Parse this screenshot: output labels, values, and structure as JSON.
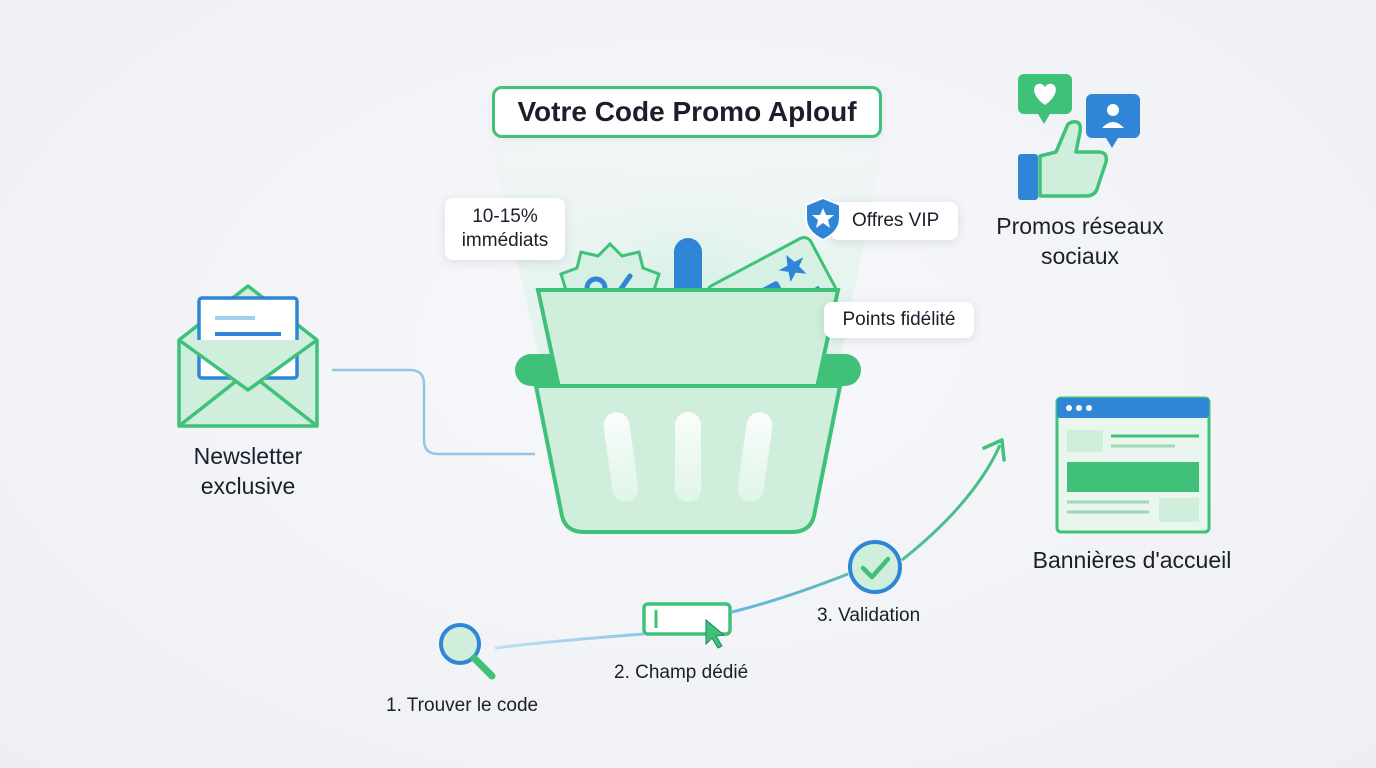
{
  "title": "Votre Code Promo Aplouf",
  "badges": {
    "discount": "10-15%\nimmédiats",
    "vip": "Offres VIP",
    "loyalty": "Points fidélité"
  },
  "channels": {
    "newsletter": "Newsletter\nexclusive",
    "social": "Promos réseaux\nsociaux",
    "banners": "Bannières d'accueil"
  },
  "steps": [
    {
      "label": "1. Trouver le code"
    },
    {
      "label": "2. Champ dédié"
    },
    {
      "label": "3. Validation"
    }
  ],
  "colors": {
    "green": "#3fc17a",
    "light_green": "#cfeedb",
    "blue": "#2f86d6",
    "text": "#1a1f2b"
  }
}
